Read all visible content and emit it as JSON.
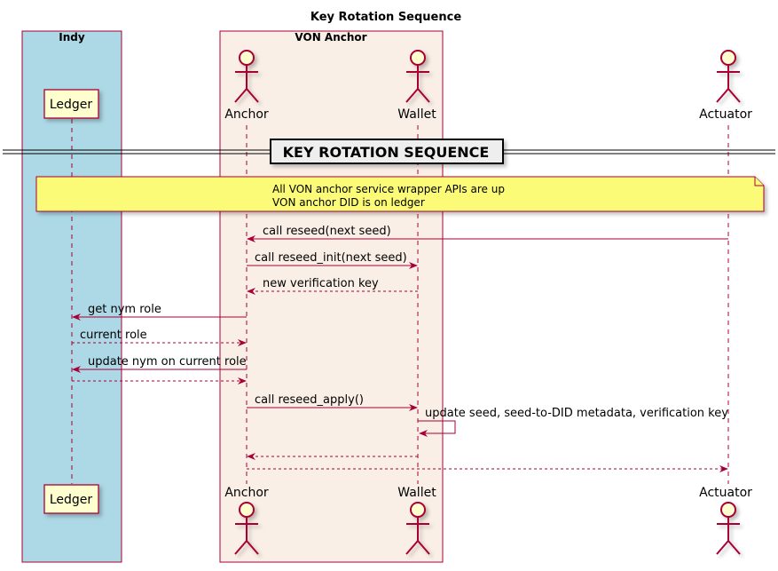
{
  "title": "Key Rotation Sequence",
  "boxes": {
    "indy": {
      "label": "Indy",
      "color": "#ADD8E6"
    },
    "von": {
      "label": "VON Anchor",
      "color": "#FAEFE6"
    }
  },
  "participants": {
    "ledger": {
      "label": "Ledger"
    },
    "anchor": {
      "label": "Anchor"
    },
    "wallet": {
      "label": "Wallet"
    },
    "actuator": {
      "label": "Actuator"
    }
  },
  "divider": {
    "label": "KEY ROTATION SEQUENCE"
  },
  "note": {
    "line1": "All VON anchor service wrapper APIs are up",
    "line2": "VON anchor DID is on ledger",
    "color": "#FBFB77"
  },
  "messages": [
    {
      "from": "actuator",
      "to": "anchor",
      "label": "call reseed(next seed)",
      "dashed": false
    },
    {
      "from": "anchor",
      "to": "wallet",
      "label": "call reseed_init(next seed)",
      "dashed": false
    },
    {
      "from": "wallet",
      "to": "anchor",
      "label": "new verification key",
      "dashed": true
    },
    {
      "from": "anchor",
      "to": "ledger",
      "label": "get nym role",
      "dashed": false
    },
    {
      "from": "ledger",
      "to": "anchor",
      "label": "current role",
      "dashed": true
    },
    {
      "from": "anchor",
      "to": "ledger",
      "label": "update nym on current role",
      "dashed": false
    },
    {
      "from": "ledger",
      "to": "anchor",
      "label": "",
      "dashed": true
    },
    {
      "from": "anchor",
      "to": "wallet",
      "label": "call reseed_apply()",
      "dashed": false
    },
    {
      "from": "wallet",
      "to": "wallet",
      "label": "update seed, seed-to-DID metadata, verification key",
      "dashed": false
    },
    {
      "from": "wallet",
      "to": "anchor",
      "label": "",
      "dashed": true
    },
    {
      "from": "anchor",
      "to": "actuator",
      "label": "",
      "dashed": true
    }
  ],
  "colors": {
    "line": "#A80036",
    "participant_fill": "#FEFECE",
    "actor_fill": "#FEFECE"
  }
}
